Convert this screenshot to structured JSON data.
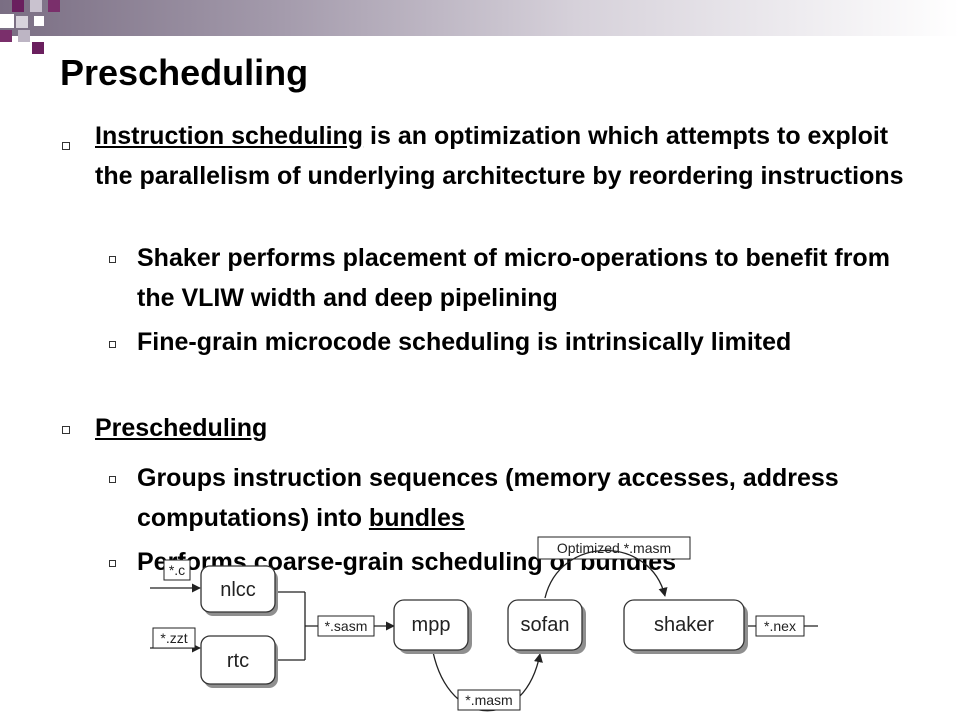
{
  "title": "Prescheduling",
  "bullets": {
    "b1": {
      "link": "Instruction scheduling",
      "rest": " is an optimization which attempts to exploit the parallelism of underlying architecture by reordering instructions"
    },
    "b1a": "Shaker performs placement of micro-operations to benefit from the VLIW width and deep pipelining",
    "b1b": "Fine-grain microcode scheduling is intrinsically limited",
    "b2": "Prescheduling",
    "b2a": {
      "pre": "Groups instruction sequences (memory accesses, address computations) into ",
      "link": "bundles"
    },
    "b2b": "Performs coarse-grain scheduling of bundles"
  },
  "diagram": {
    "nodes": {
      "nlcc": "nlcc",
      "rtc": "rtc",
      "mpp": "mpp",
      "sofan": "sofan",
      "shaker": "shaker"
    },
    "labels": {
      "c": "*.c",
      "zzt": "*.zzt",
      "sasm": "*.sasm",
      "masm": "*.masm",
      "optimized": "Optimized *.masm",
      "nex": "*.nex"
    }
  },
  "colors": {
    "accent": "#7a2f6b",
    "deco_gray": "#8a8291"
  }
}
